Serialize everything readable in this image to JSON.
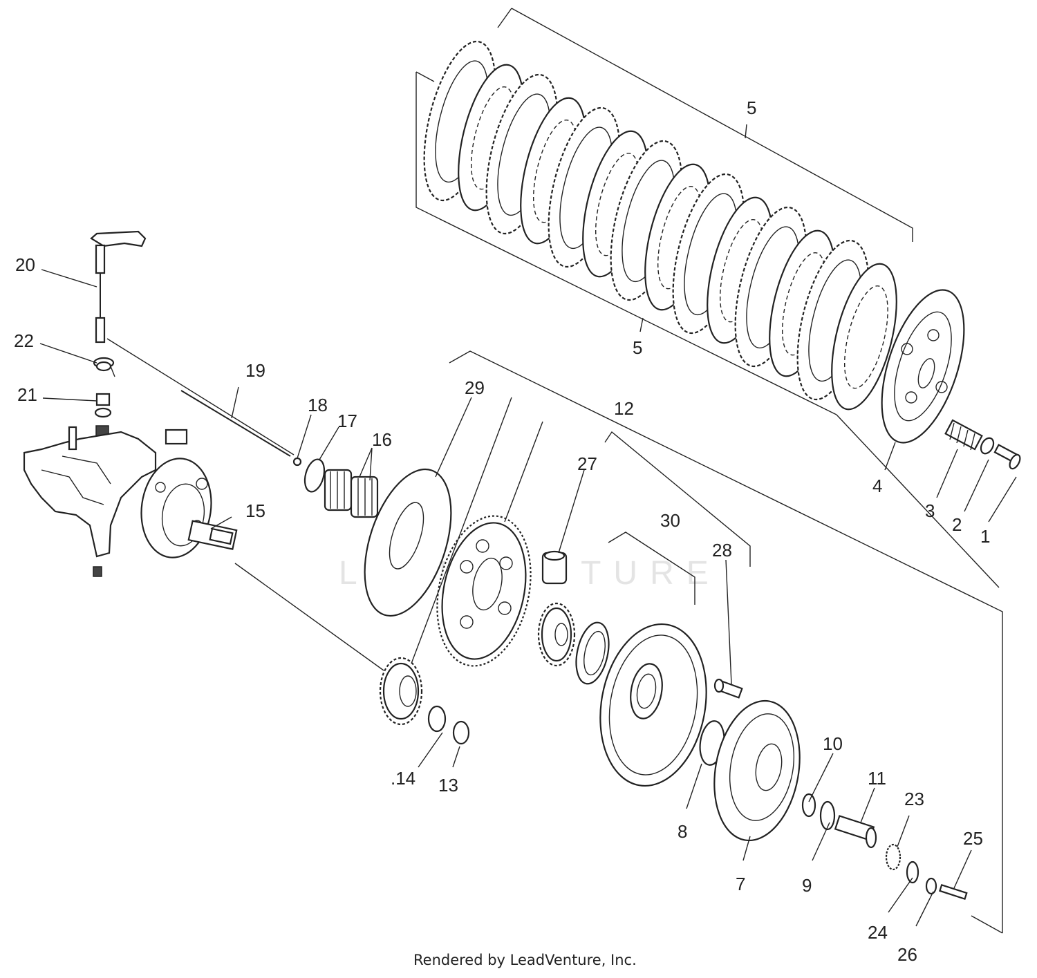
{
  "labels": {
    "l1": "1",
    "l2": "2",
    "l3": "3",
    "l4": "4",
    "l5a": "5",
    "l5b": "5",
    "l7": "7",
    "l8": "8",
    "l9": "9",
    "l10": "10",
    "l11": "11",
    "l12": "12",
    "l13": "13",
    "l14": ".14",
    "l15": "15",
    "l16": "16",
    "l17": "17",
    "l18": "18",
    "l19": "19",
    "l20": "20",
    "l21": "21",
    "l22": "22",
    "l23": "23",
    "l24": "24",
    "l25": "25",
    "l26": "26",
    "l27": "27",
    "l28": "28",
    "l29": "29",
    "l30": "30"
  },
  "watermark": "LEADVENTURE",
  "credit": "Rendered by LeadVenture, Inc.",
  "colors": {
    "ink": "#222222",
    "paper": "#ffffff",
    "watermark": "#e4e4e4"
  }
}
